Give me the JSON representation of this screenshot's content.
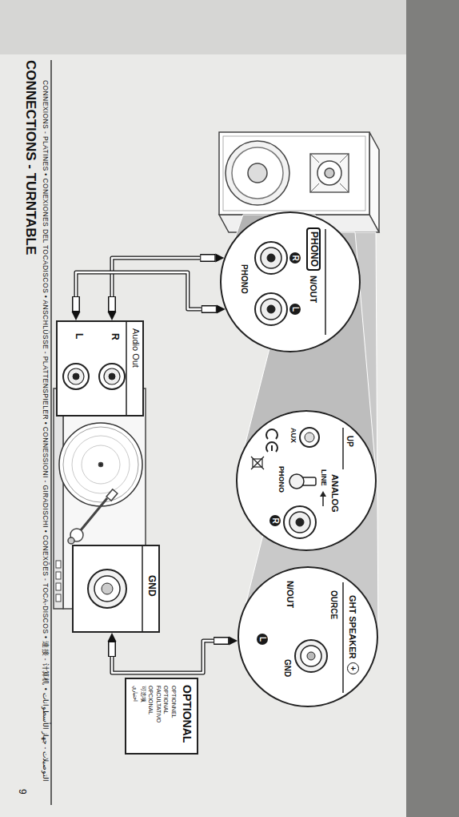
{
  "diagram": {
    "title": "CONNECTIONS - TURNTABLE",
    "nodes": [
      {
        "text": [
          "PHONO",
          "N/OUT",
          "R",
          "L",
          "PHONO"
        ]
      },
      {
        "text": [
          "UP",
          "ANALOG",
          "AUX",
          "LINE",
          "PHONO",
          "R"
        ]
      },
      {
        "text": [
          "GHT SPEAKER",
          "+",
          "OURCE",
          "N/OUT",
          "L",
          "GND"
        ]
      },
      {
        "text": [
          "Audio Out",
          "R",
          "L"
        ]
      },
      {
        "text": [
          "GND"
        ]
      },
      {
        "text": [
          "OPTIONAL",
          "OPTIONNEL",
          "OPTIONAL",
          "FACULTATIVO",
          "OPCIONAL",
          "可选项",
          "اختياري"
        ]
      }
    ],
    "edges": [
      {
        "from": 3,
        "to": 0,
        "arrow": "both"
      },
      {
        "from": 3,
        "to": 0,
        "arrow": "both"
      },
      {
        "from": 4,
        "to": 2,
        "arrow": "both"
      }
    ],
    "labels": [
      "CONNEXIONS - PLATINES • CONEXIONES DEL TOCADISCOS • ANSCHLÜSSE - PLATTENSPIELER • CONNESSIONI - GIRADISCHI • CONEXÕES - TOCA-DISCOS • 連接 - 计算机 • التوصيلات - جهاز الأسطوانات",
      "9"
    ]
  }
}
